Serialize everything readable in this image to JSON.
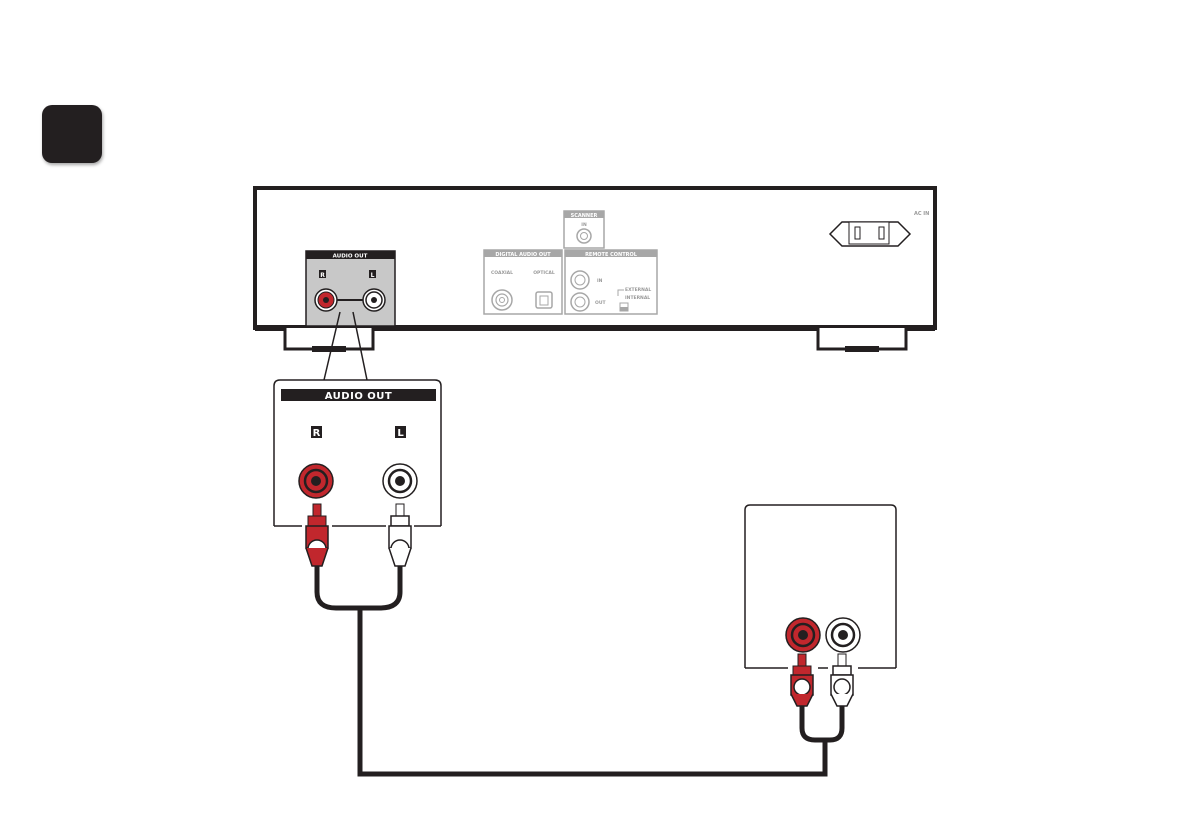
{
  "colors": {
    "line": "#231f20",
    "badge": "#231f20",
    "panel_gray": "#c8c8c8",
    "jack_red": "#c1272d",
    "jack_white": "#ffffff",
    "light_stroke": "#a7a7a7",
    "faint_text": "#9a9a9a"
  },
  "player": {
    "audio_out_label": "AUDIO OUT",
    "r_label": "R",
    "l_label": "L",
    "scanner_label": "SCANNER",
    "scanner_in_label": "IN",
    "digital_audio_out_label": "DIGITAL AUDIO OUT",
    "coaxial_label": "COAXIAL",
    "optical_label": "OPTICAL",
    "remote_control_label": "REMOTE CONTROL",
    "remote_in_label": "IN",
    "remote_out_label": "OUT",
    "external_label": "EXTERNAL",
    "internal_label": "INTERNAL",
    "ac_in_label": "AC IN"
  },
  "zoom_panel": {
    "audio_out_label": "AUDIO OUT",
    "r_label": "R",
    "l_label": "L"
  },
  "icons": {
    "step_badge": "step-number-badge",
    "power_socket": "ac-power-socket-icon",
    "rca_jack": "rca-jack-icon",
    "rca_plug": "rca-plug-icon",
    "optical_port": "optical-port-icon"
  }
}
